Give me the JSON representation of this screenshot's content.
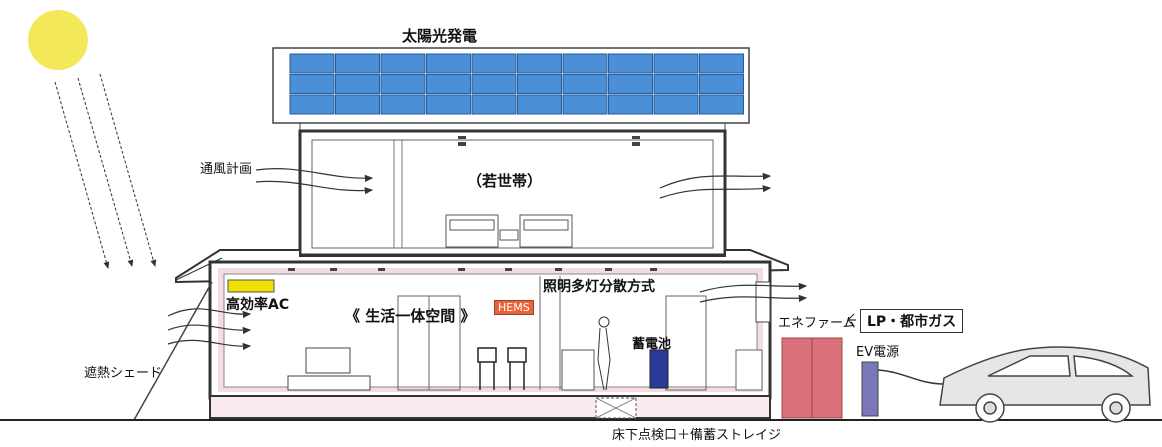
{
  "labels": {
    "solar_power": "太陽光発電",
    "ventilation_plan": "通風計画",
    "young_household": "（若世帯）",
    "high_efficiency_ac": "高効率AC",
    "living_space": "《 生活一体空間 》",
    "hems": "HEMS",
    "lighting_scheme": "照明多灯分散方式",
    "storage_battery": "蓄電池",
    "ene_farm": "エネファーム",
    "gas_supply": "LP・都市ガス",
    "ev_power": "EV電源",
    "heat_shade": "遮熱シェード",
    "underfloor": "床下点検口＋備蓄ストレイジ"
  },
  "colors": {
    "sun": "#f2e85a",
    "solar_panel": "#4a8fd8",
    "ac_unit": "#f0e000",
    "ene_farm": "#d9707a",
    "ev_post": "#7a78b8",
    "battery": "#2a3a9a",
    "wall_accent": "#f4dde2"
  }
}
